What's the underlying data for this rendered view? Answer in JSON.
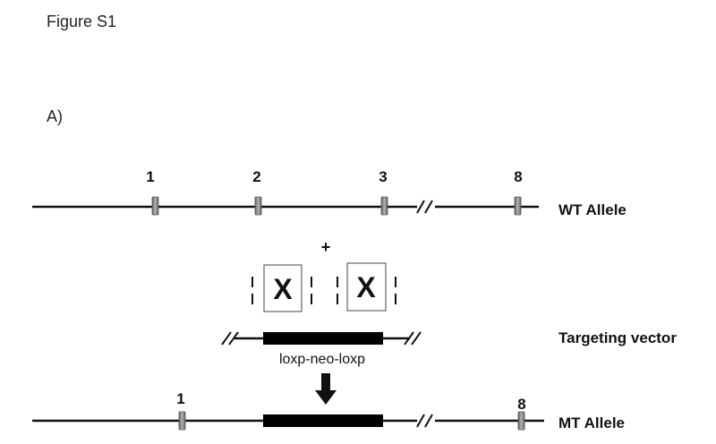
{
  "figure_title": "Figure S1",
  "panel_label": "A)",
  "wt_allele": {
    "label": "WT Allele",
    "exons": [
      "1",
      "2",
      "3",
      "8"
    ]
  },
  "plus_sign": "+",
  "crossover_marks": [
    "X",
    "X"
  ],
  "targeting_vector": {
    "label": "Targeting vector",
    "cassette_label": "loxp-neo-loxp"
  },
  "mt_allele": {
    "label": "MT Allele",
    "exons": [
      "1",
      "8"
    ]
  },
  "colors": {
    "line": "#111111",
    "exon": "#8a8a8a",
    "cassette": "#000000"
  }
}
